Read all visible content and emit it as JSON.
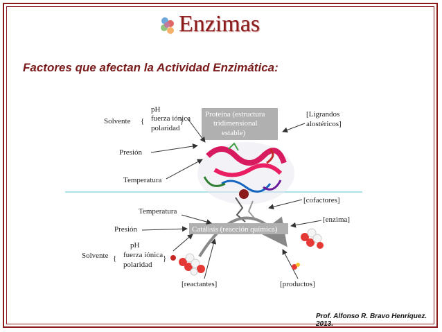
{
  "title": "Enzimas",
  "subtitle": "Factores que afectan la Actividad Enzimática:",
  "footer": "Prof. Alfonso R. Bravo Henríquez. 2013.",
  "diagram": {
    "top": {
      "solvente": "Solvente",
      "ph": "pH",
      "fuerza_ionica": "fuerza iónica",
      "polaridad": "polaridad",
      "proteina_line1": "Proteína (estructura",
      "proteina_line2": "tridimensional",
      "proteina_line3": "estable)",
      "ligrandos_line1": "[Ligrandos",
      "ligrandos_line2": "alostéricos]",
      "presion": "Presión",
      "temperatura": "Temperatura"
    },
    "bottom": {
      "temperatura": "Temperatura",
      "presion": "Presión",
      "catalisis": "Catálisis (reacción química)",
      "solvente": "Solvente",
      "ph": "pH",
      "fuerza_ionica": "fuerza iónica",
      "polaridad": "polaridad",
      "cofactores": "[cofactores]",
      "enzima": "[enzima]",
      "reactantes": "[reactantes]",
      "productos": "[productos]"
    }
  },
  "colors": {
    "frame": "#8b1a1a",
    "title": "#8b1a1a",
    "subtitle": "#7a1a1a",
    "accent_line": "#8fd8e0",
    "label_red": "#b02050"
  }
}
